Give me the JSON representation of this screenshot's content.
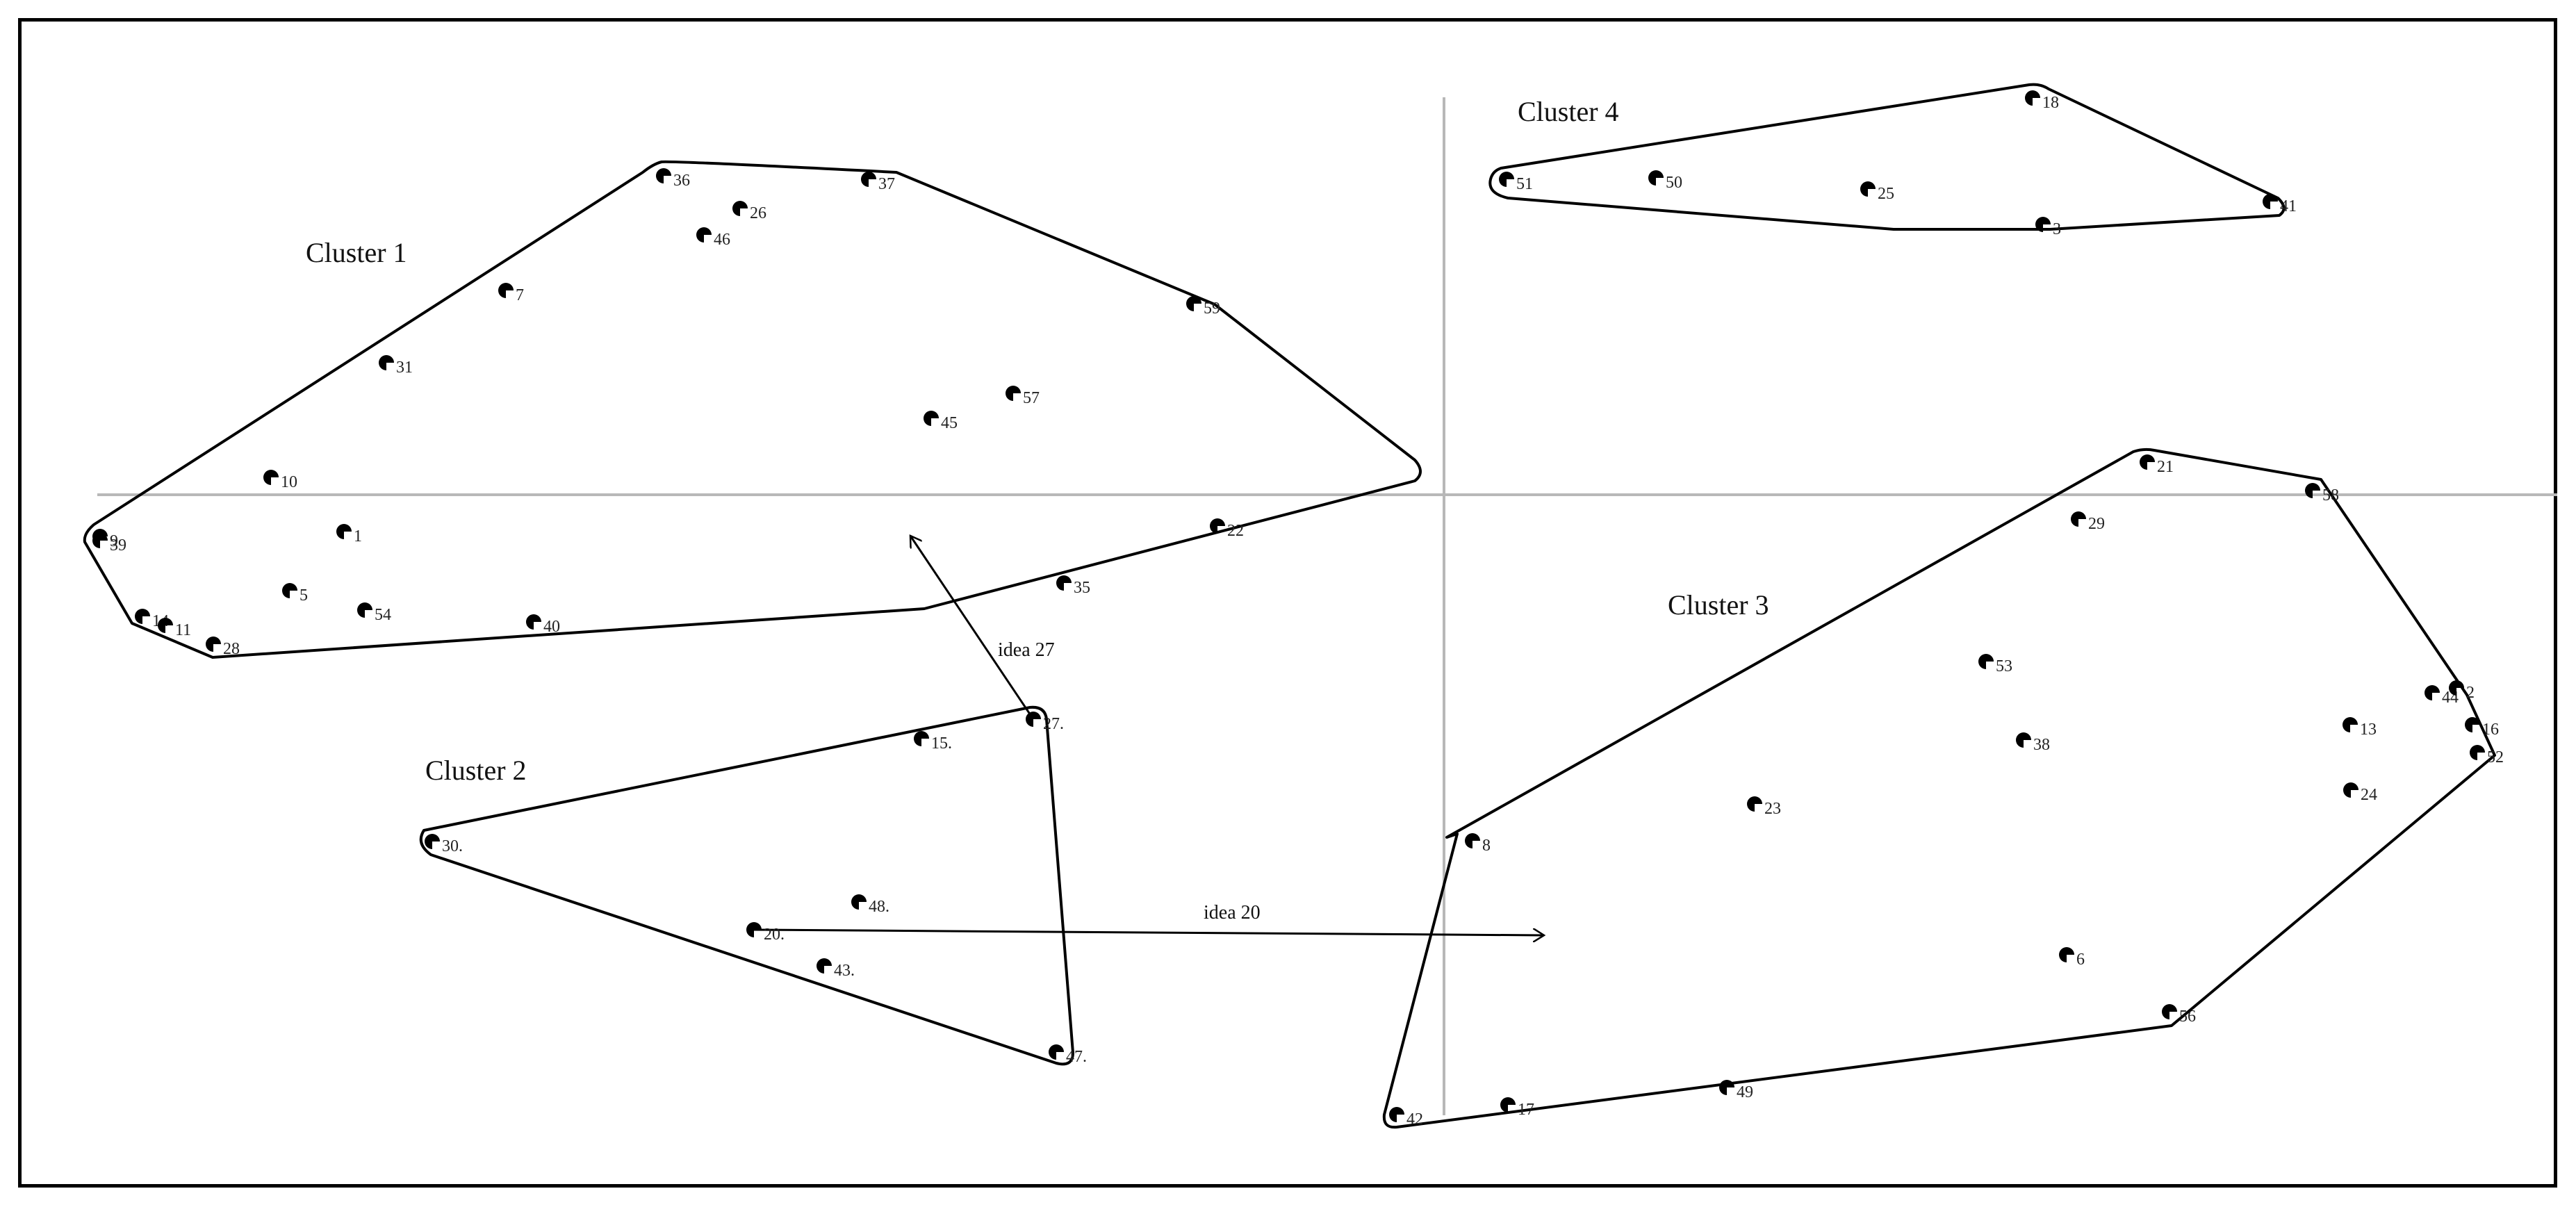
{
  "colors": {
    "axis": "#b8b8b8",
    "hull": "#000000",
    "point": "#000000",
    "border": "#000000"
  },
  "clusters": [
    {
      "name": "Cluster 1"
    },
    {
      "name": "Cluster 2"
    },
    {
      "name": "Cluster 3"
    },
    {
      "name": "Cluster 4"
    }
  ],
  "arrows": [
    {
      "label": "idea 27"
    },
    {
      "label": "idea 20"
    }
  ],
  "points": [
    {
      "label": "36"
    },
    {
      "label": "37"
    },
    {
      "label": "26"
    },
    {
      "label": "46"
    },
    {
      "label": "7"
    },
    {
      "label": "59"
    },
    {
      "label": "31"
    },
    {
      "label": "57"
    },
    {
      "label": "45"
    },
    {
      "label": "10"
    },
    {
      "label": "9"
    },
    {
      "label": "39"
    },
    {
      "label": "1"
    },
    {
      "label": "5"
    },
    {
      "label": "54"
    },
    {
      "label": "14"
    },
    {
      "label": "11"
    },
    {
      "label": "28"
    },
    {
      "label": "40"
    },
    {
      "label": "35"
    },
    {
      "label": "22"
    },
    {
      "label": "15."
    },
    {
      "label": "27."
    },
    {
      "label": "30."
    },
    {
      "label": "48."
    },
    {
      "label": "20."
    },
    {
      "label": "43."
    },
    {
      "label": "47."
    },
    {
      "label": "18"
    },
    {
      "label": "51"
    },
    {
      "label": "50"
    },
    {
      "label": "25"
    },
    {
      "label": "41"
    },
    {
      "label": "3"
    },
    {
      "label": "21"
    },
    {
      "label": "58"
    },
    {
      "label": "29"
    },
    {
      "label": "53"
    },
    {
      "label": "38"
    },
    {
      "label": "44"
    },
    {
      "label": "2"
    },
    {
      "label": "13"
    },
    {
      "label": "16"
    },
    {
      "label": "52"
    },
    {
      "label": "24"
    },
    {
      "label": "23"
    },
    {
      "label": "8"
    },
    {
      "label": "6"
    },
    {
      "label": "56"
    },
    {
      "label": "49"
    },
    {
      "label": "17"
    },
    {
      "label": "42"
    }
  ]
}
